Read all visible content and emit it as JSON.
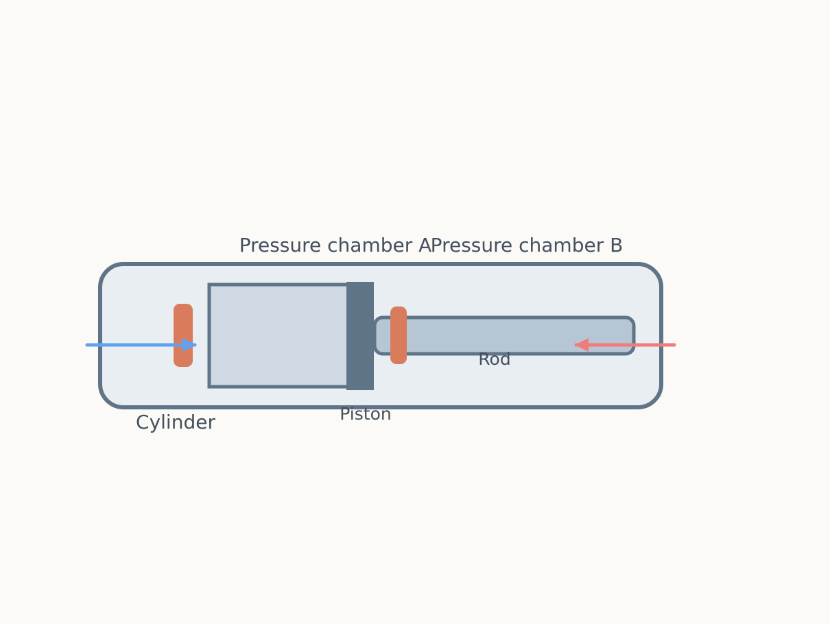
{
  "labels": {
    "pressure_chamber_a": "Pressure chamber A",
    "pressure_chamber_b": "Pressure chamber B",
    "cylinder": "Cylinder",
    "piston": "Piston",
    "rod": "Rod"
  },
  "colors": {
    "background": "#fbfaf7",
    "cylinder_fill": "#e9eef3",
    "outline": "#607487",
    "chamber_fill": "#cfd9e4",
    "rod_fill": "#b7c6d4",
    "seal": "#d97c5e",
    "inlet_arrow": "#5fa2f2",
    "outlet_arrow": "#ef7b7b",
    "text": "#44505e"
  },
  "icons": {
    "inlet_flow": "arrow-right-icon",
    "outlet_flow": "arrow-left-icon"
  }
}
